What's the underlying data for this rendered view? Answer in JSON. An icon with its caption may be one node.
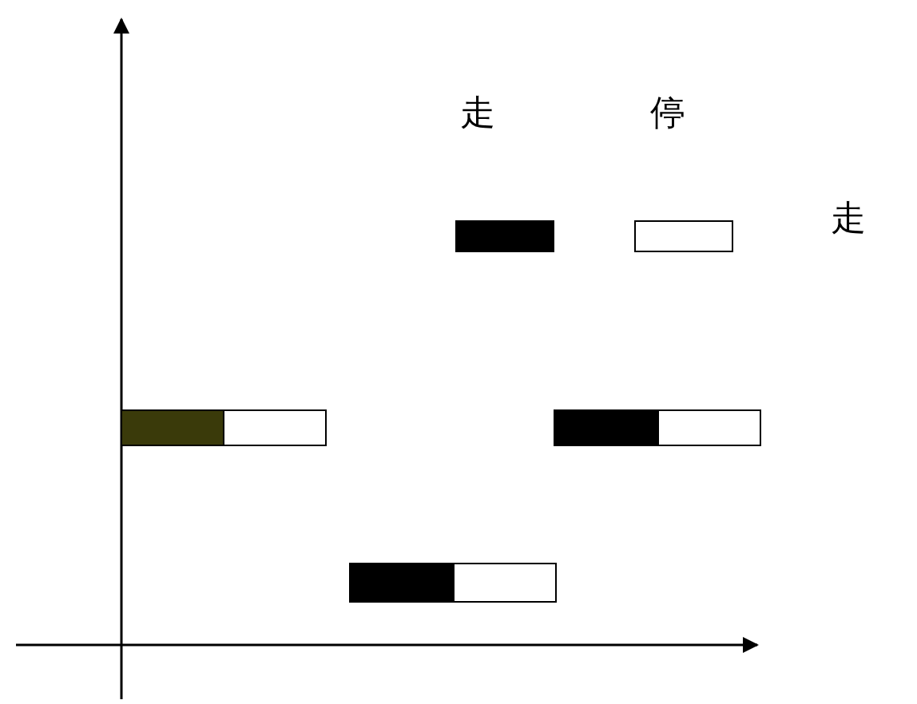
{
  "diagram": {
    "labels": [
      "走"
    ],
    "legend": [
      {
        "text": "走",
        "color": "#000000"
      },
      {
        "text": "停",
        "color": "#ffffff"
      }
    ]
  }
}
